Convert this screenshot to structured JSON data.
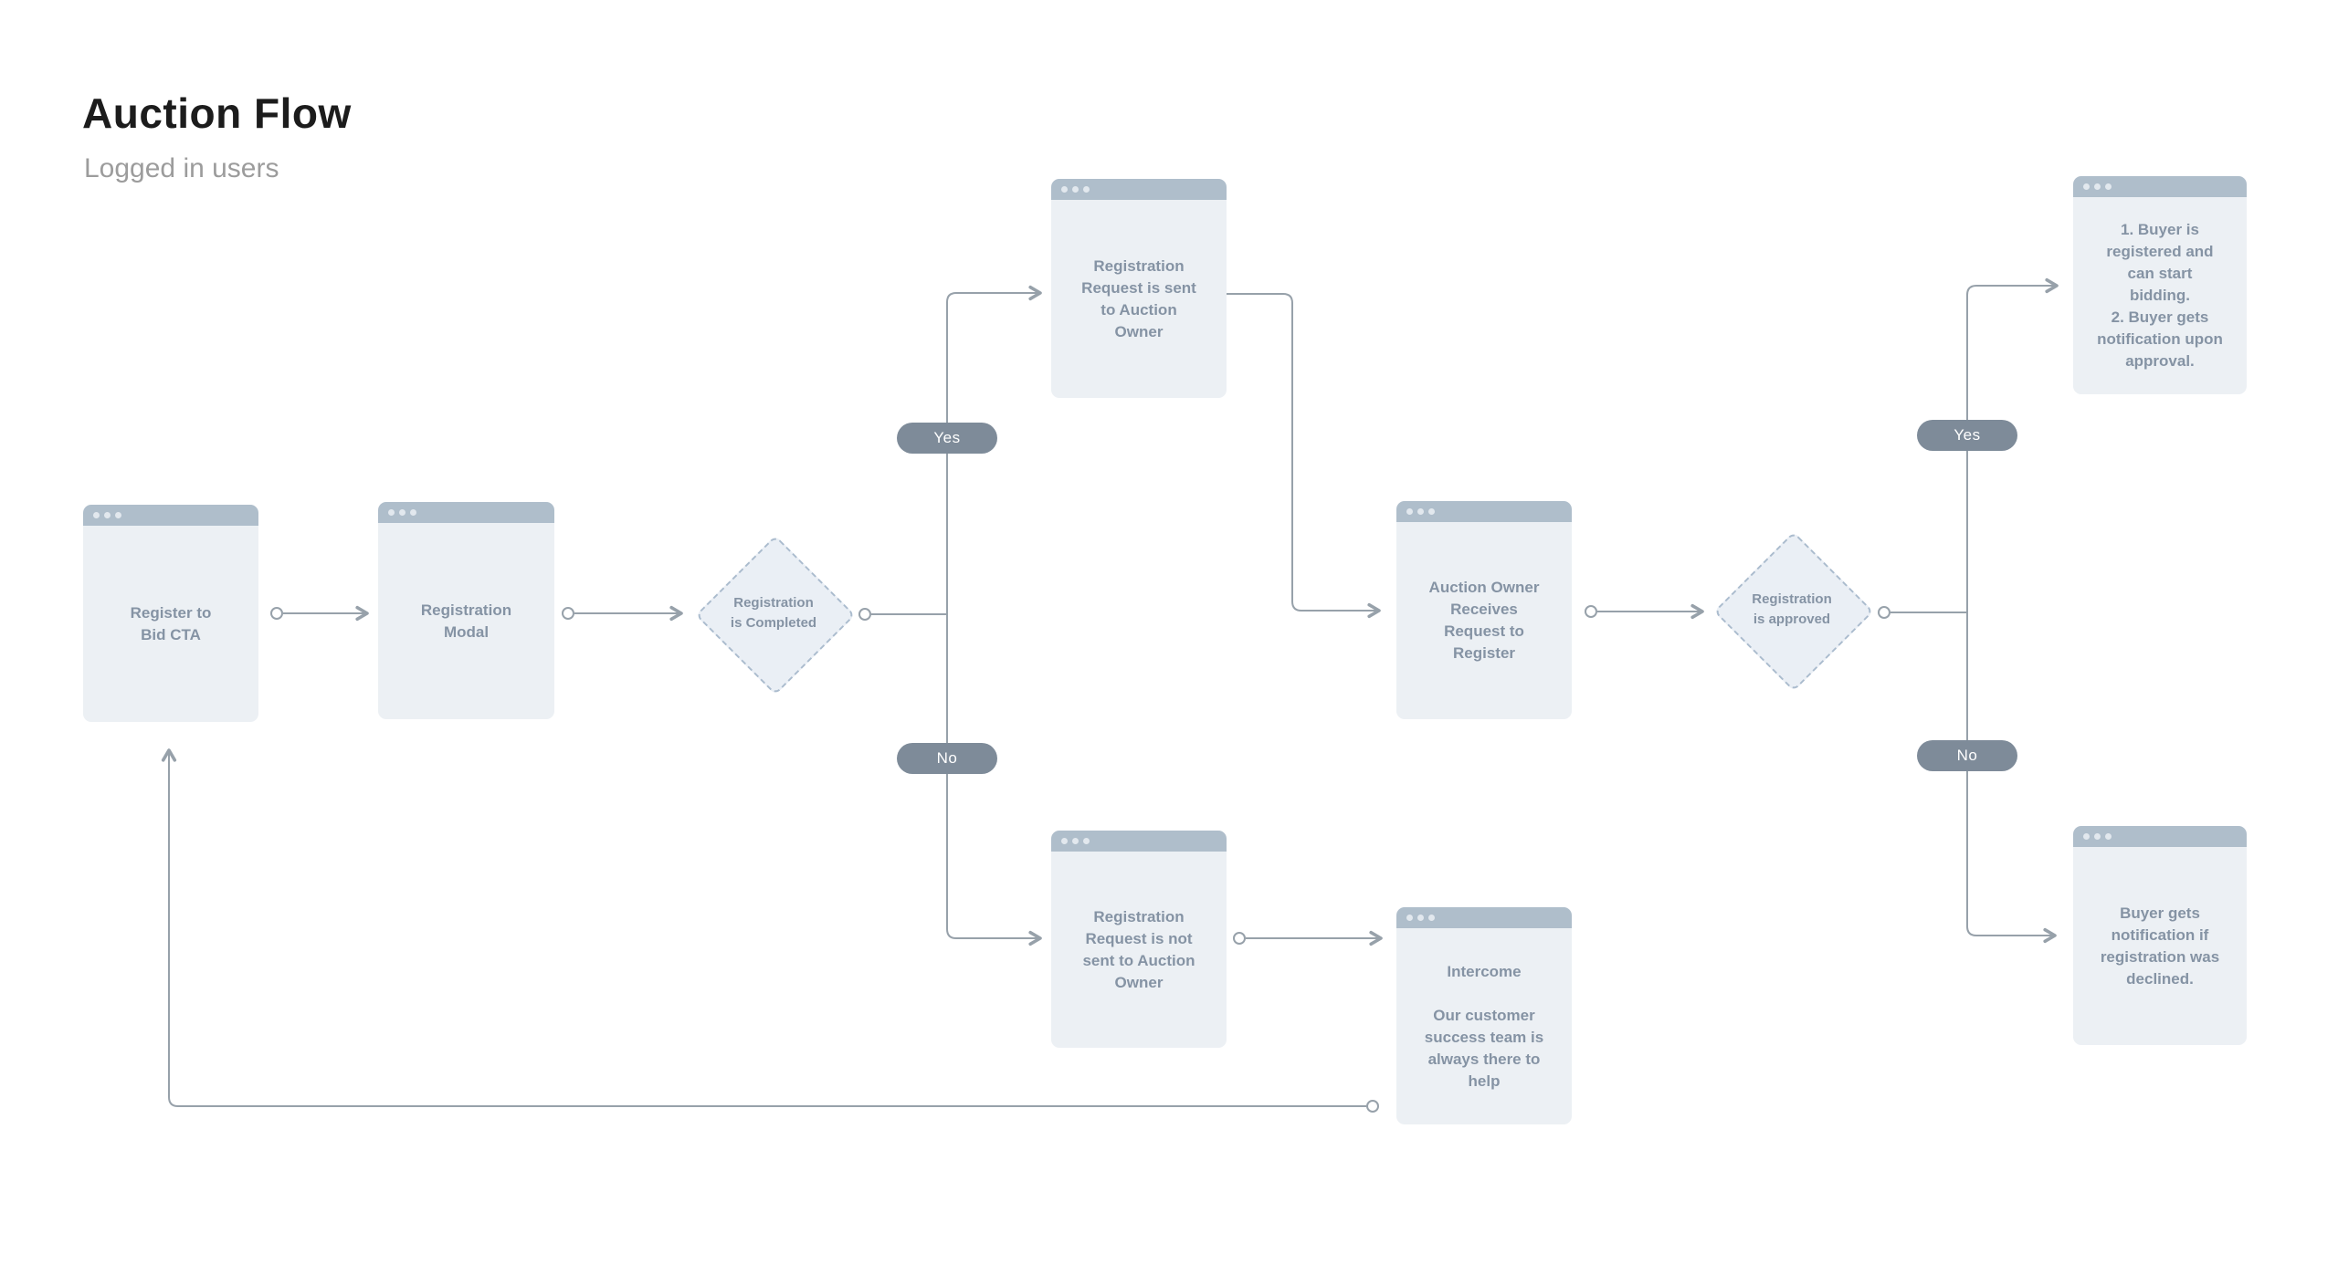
{
  "page": {
    "title": "Auction Flow",
    "subtitle": "Logged in users"
  },
  "nodes": {
    "register_cta": {
      "label": "Register to\nBid CTA"
    },
    "registration_modal": {
      "label": "Registration\nModal"
    },
    "decision_completed": {
      "label": "Registration\nis Completed"
    },
    "branch_completed_yes": {
      "label": "Yes"
    },
    "branch_completed_no": {
      "label": "No"
    },
    "request_sent": {
      "label": "Registration\nRequest is sent\nto Auction\nOwner"
    },
    "request_not_sent": {
      "label": "Registration\nRequest is not\nsent to Auction\nOwner"
    },
    "intercome": {
      "title": "Intercome",
      "body": "Our customer\nsuccess team is\nalways there to\nhelp"
    },
    "auction_owner": {
      "label": "Auction Owner\nReceives\nRequest to\nRegister"
    },
    "decision_approved": {
      "label": "Registration\nis approved"
    },
    "branch_approved_yes": {
      "label": "Yes"
    },
    "branch_approved_no": {
      "label": "No"
    },
    "buyer_registered": {
      "label": "1. Buyer is\nregistered and\ncan start\nbidding.\n2. Buyer gets\nnotification upon\napproval."
    },
    "buyer_declined": {
      "label": "Buyer gets\nnotification if\nregistration was\ndeclined."
    }
  },
  "colors": {
    "window_body": "#ECF0F4",
    "window_titlebar": "#AFBECB",
    "node_text": "#8593A4",
    "pill_background": "#7E8B99",
    "pill_text": "#FFFFFF",
    "diamond_fill": "#EAEFF5",
    "diamond_border": "#ABBCCE",
    "connector": "#97A1AA",
    "title_text": "#1C1C1C",
    "subtitle_text": "#9C9C9C"
  }
}
